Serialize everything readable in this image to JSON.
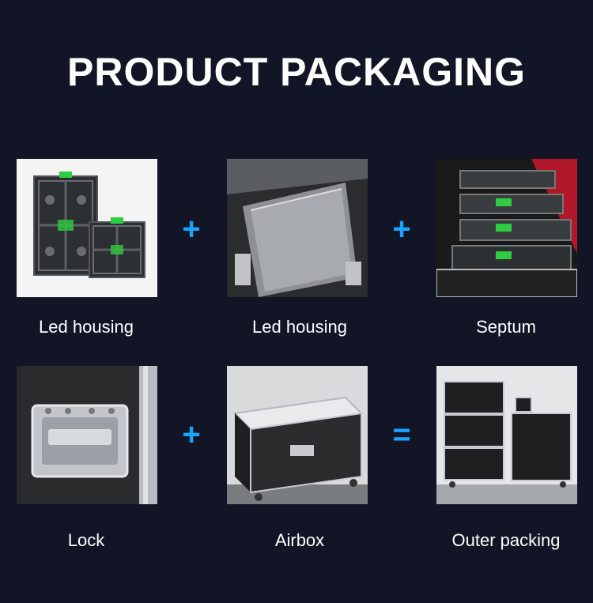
{
  "page": {
    "title": "PRODUCT PACKAGING",
    "accent_color": "#1aa3ff",
    "background_color": "#111526"
  },
  "rows": [
    {
      "items": [
        {
          "caption": "Led housing",
          "photo": "led-cabinets-photo"
        },
        {
          "caption": "Led housing",
          "photo": "cabinet-in-case-photo"
        },
        {
          "caption": "Septum",
          "photo": "septum-stacked-cabinets-photo"
        }
      ],
      "operators": [
        "+",
        "+"
      ]
    },
    {
      "items": [
        {
          "caption": "Lock",
          "photo": "case-lock-handle-photo"
        },
        {
          "caption": "Airbox",
          "photo": "airbox-case-photo"
        },
        {
          "caption": "Outer packing",
          "photo": "stacked-flight-cases-photo"
        }
      ],
      "operators": [
        "+",
        "="
      ]
    }
  ]
}
